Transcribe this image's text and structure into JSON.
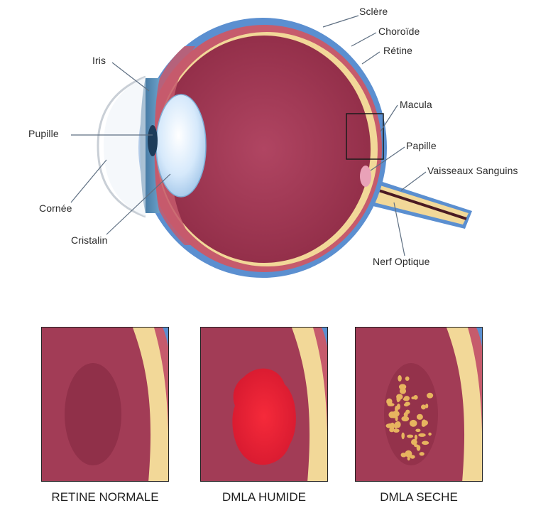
{
  "labels": {
    "sclere": "Sclère",
    "choroide": "Choroïde",
    "retine": "Rétine",
    "iris": "Iris",
    "macula": "Macula",
    "pupille": "Pupille",
    "papille": "Papille",
    "vaisseaux": "Vaisseaux Sanguins",
    "cornee": "Cornée",
    "cristalin": "Cristalin",
    "nerf": "Nerf Optique"
  },
  "panels": [
    {
      "caption": "RETINE NORMALE"
    },
    {
      "caption": "DMLA HUMIDE"
    },
    {
      "caption": "DMLA SECHE"
    }
  ],
  "colors": {
    "eye_interior": "#a33a55",
    "sclera": "#5b8fd0",
    "retina_layer": "#f2d898",
    "choroid": "#c65b6c",
    "lens": "#d9ecff",
    "wet_lesion": "#e21f2f",
    "dry_drusen": "#e7b45f"
  }
}
